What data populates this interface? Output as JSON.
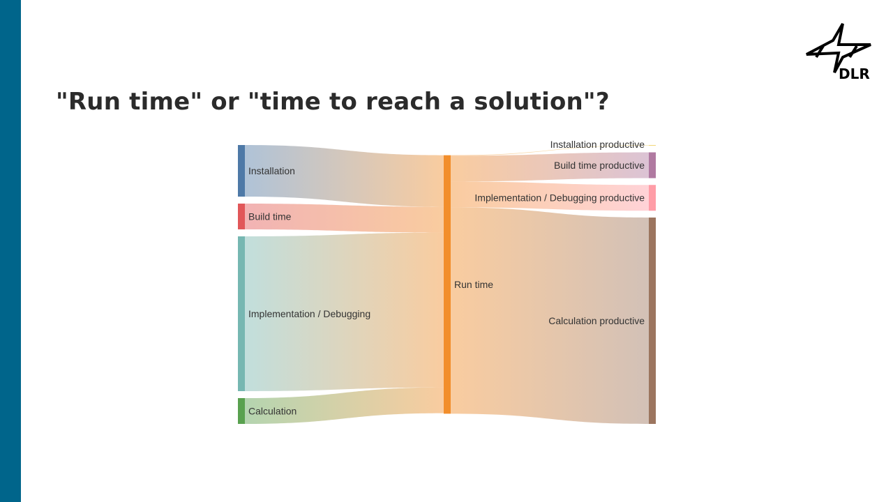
{
  "slide": {
    "title": "\"Run time\" or \"time to reach a solution\"?",
    "accent_color": "#00658b"
  },
  "logo": {
    "text": "DLR",
    "icon": "dlr-logo-icon"
  },
  "chart_data": {
    "type": "sankey",
    "nodes": [
      {
        "id": "installation",
        "label": "Installation",
        "color": "#4e79a7"
      },
      {
        "id": "build_time",
        "label": "Build time",
        "color": "#e15759"
      },
      {
        "id": "impl_debug",
        "label": "Implementation / Debugging",
        "color": "#76b7b2"
      },
      {
        "id": "calculation",
        "label": "Calculation",
        "color": "#59a14f"
      },
      {
        "id": "run_time",
        "label": "Run time",
        "color": "#f28e2b"
      },
      {
        "id": "installation_productive",
        "label": "Installation productive",
        "color": "#edc948"
      },
      {
        "id": "build_time_productive",
        "label": "Build time productive",
        "color": "#b07aa1"
      },
      {
        "id": "impl_debug_productive",
        "label": "Implementation / Debugging productive",
        "color": "#ff9da7"
      },
      {
        "id": "calculation_productive",
        "label": "Calculation productive",
        "color": "#9c755f"
      }
    ],
    "links": [
      {
        "source": "installation",
        "target": "run_time",
        "value": 20
      },
      {
        "source": "build_time",
        "target": "run_time",
        "value": 10
      },
      {
        "source": "impl_debug",
        "target": "run_time",
        "value": 60
      },
      {
        "source": "calculation",
        "target": "run_time",
        "value": 10
      },
      {
        "source": "run_time",
        "target": "installation_productive",
        "value": 0.2
      },
      {
        "source": "run_time",
        "target": "build_time_productive",
        "value": 10
      },
      {
        "source": "run_time",
        "target": "impl_debug_productive",
        "value": 10
      },
      {
        "source": "run_time",
        "target": "calculation_productive",
        "value": 80
      }
    ]
  }
}
